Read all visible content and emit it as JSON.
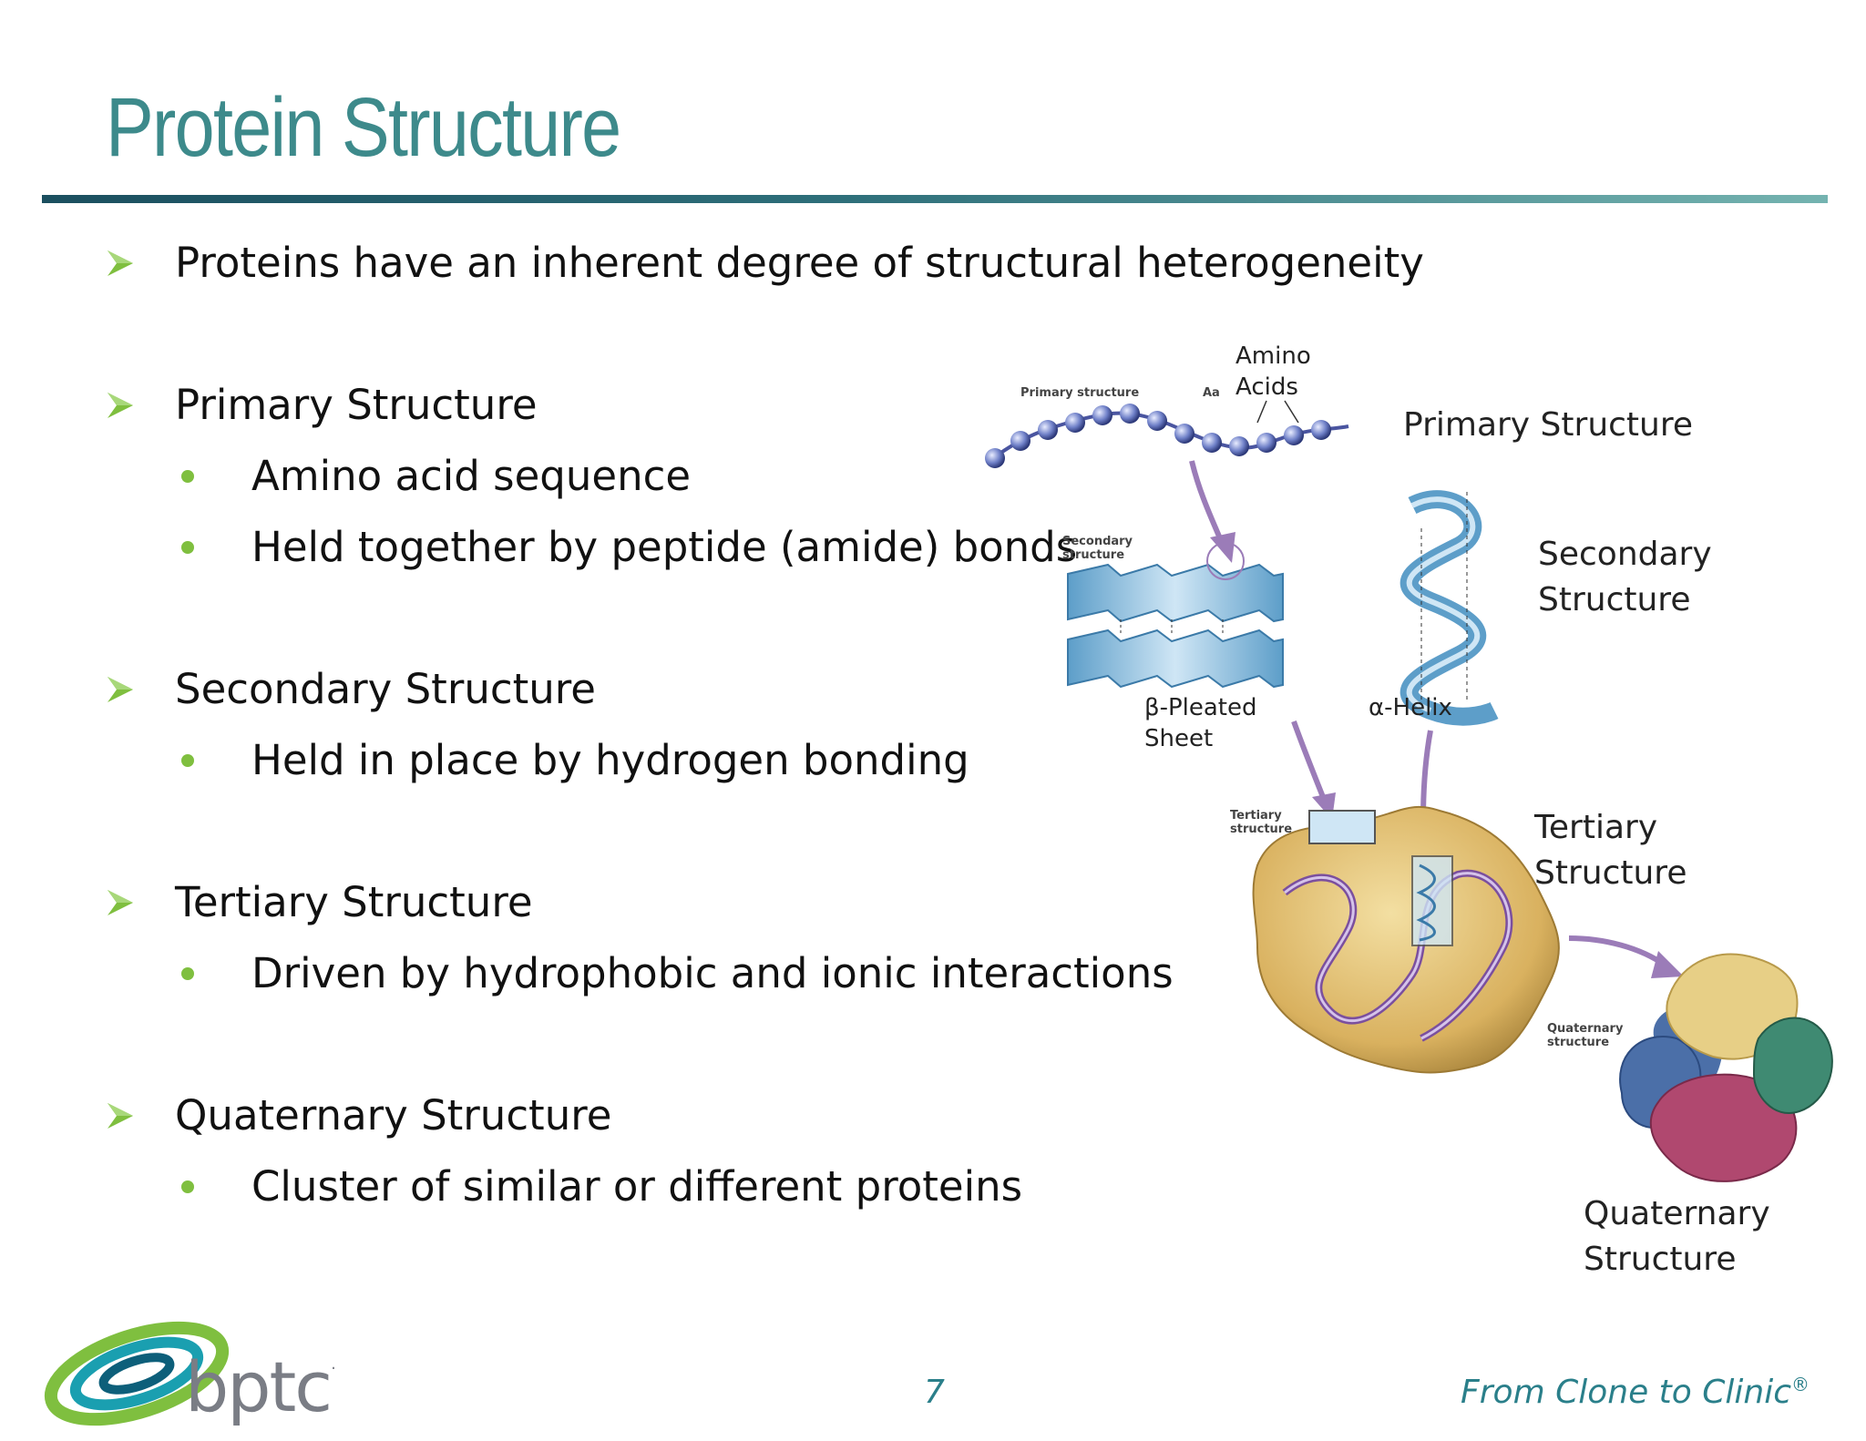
{
  "slide": {
    "title": "Protein Structure",
    "page_number": "7",
    "tagline": "From Clone to Clinic",
    "tagline_mark": "®",
    "logo_text": "bptc",
    "logo_mark": "·"
  },
  "bullets": [
    {
      "level": 1,
      "text": "Proteins have an inherent degree of structural heterogeneity"
    },
    {
      "level": 1,
      "text": "Primary Structure"
    },
    {
      "level": 2,
      "text": "Amino acid sequence"
    },
    {
      "level": 2,
      "text": "Held together by peptide (amide) bonds"
    },
    {
      "level": 1,
      "text": "Secondary Structure"
    },
    {
      "level": 2,
      "text": "Held in place by hydrogen bonding"
    },
    {
      "level": 1,
      "text": "Tertiary Structure"
    },
    {
      "level": 2,
      "text": "Driven by hydrophobic and ionic interactions"
    },
    {
      "level": 1,
      "text": "Quaternary Structure"
    },
    {
      "level": 2,
      "text": "Cluster of similar or different proteins"
    }
  ],
  "figure": {
    "labels": {
      "amino": "Amino",
      "acids": "Acids",
      "primary": "Primary Structure",
      "secondary_1": "Secondary",
      "secondary_2": "Structure",
      "beta_1": "β-Pleated",
      "beta_2": "Sheet",
      "alpha": "α-Helix",
      "tertiary_1": "Tertiary",
      "tertiary_2": "Structure",
      "quaternary_1": "Quaternary",
      "quaternary_2": "Structure"
    },
    "inset_labels": {
      "primary": "Primary structure",
      "aa": "Aa",
      "secondary_1": "Secondary",
      "secondary_2": "structure",
      "tertiary_1": "Tertiary",
      "tertiary_2": "structure",
      "quaternary_1": "Quaternary",
      "quaternary_2": "structure"
    }
  },
  "colors": {
    "title": "#3d8a8b",
    "rule": "#2e6f7a",
    "arrow_bullet": "#7fbf3f",
    "dot_bullet": "#7fbf3f",
    "footer": "#2a7f8a",
    "process_arrow": "#9b7cb8"
  },
  "icons": {
    "level1": "chevron-arrow-icon",
    "level2": "dot-icon"
  }
}
